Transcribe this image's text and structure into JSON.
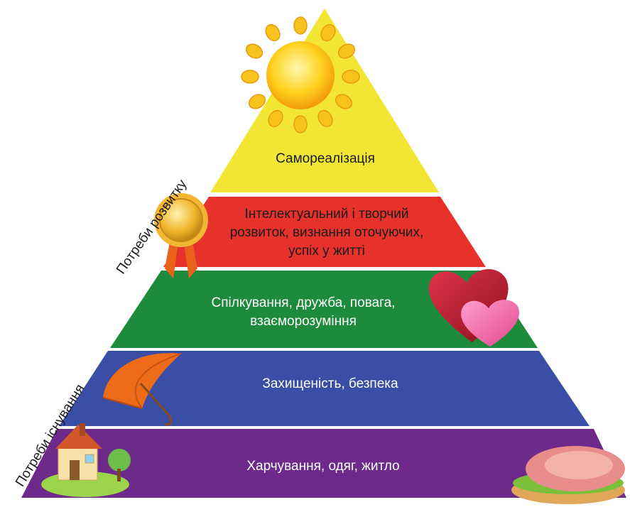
{
  "levels": [
    {
      "id": "self-actualization",
      "color": "#f3e534",
      "lines": [
        "Самореалізація"
      ]
    },
    {
      "id": "development",
      "color": "#e7312b",
      "lines": [
        "Інтелектуальний і творчий",
        "розвиток, визнання оточуючих,",
        "успіх у житті"
      ]
    },
    {
      "id": "social",
      "color": "#1e8a3c",
      "lines": [
        "Спілкування, дружба, повага,",
        "взаєморозуміння"
      ]
    },
    {
      "id": "safety",
      "color": "#3b4ea6",
      "lines": [
        "Захищеність, безпека"
      ]
    },
    {
      "id": "physiological",
      "color": "#6e2a8b",
      "lines": [
        "Харчування, одяг, житло"
      ]
    }
  ],
  "side_labels": {
    "development": "Потреби розвитку",
    "existence": "Потреби існування"
  },
  "illustrations": [
    "sun-icon",
    "medal-icon",
    "hearts-icon",
    "umbrella-icon",
    "house-icon",
    "sandwich-icon"
  ]
}
